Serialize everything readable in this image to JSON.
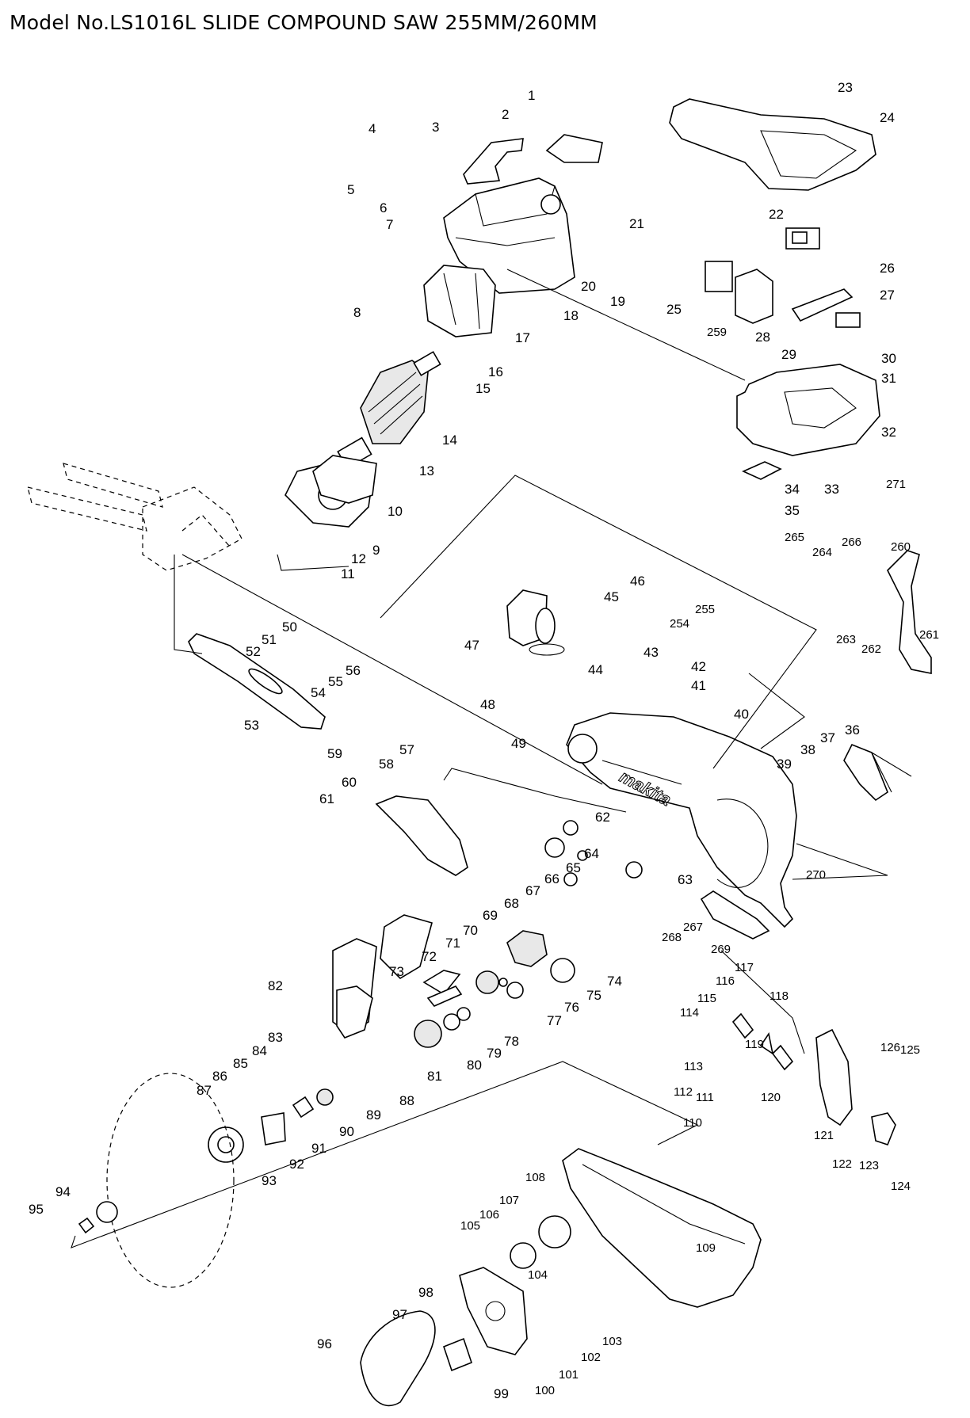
{
  "title": "Model No.LS1016L SLIDE COMPOUND SAW 255MM/260MM",
  "brand_mark": "makita",
  "part_numbers": [
    "1",
    "2",
    "3",
    "4",
    "5",
    "6",
    "7",
    "8",
    "9",
    "10",
    "11",
    "12",
    "13",
    "14",
    "15",
    "16",
    "17",
    "18",
    "19",
    "20",
    "21",
    "22",
    "23",
    "24",
    "25",
    "26",
    "27",
    "28",
    "29",
    "30",
    "31",
    "32",
    "33",
    "34",
    "35",
    "36",
    "37",
    "38",
    "39",
    "40",
    "41",
    "42",
    "43",
    "44",
    "45",
    "46",
    "47",
    "48",
    "49",
    "50",
    "51",
    "52",
    "53",
    "54",
    "55",
    "56",
    "57",
    "58",
    "59",
    "60",
    "61",
    "62",
    "63",
    "64",
    "65",
    "66",
    "67",
    "68",
    "69",
    "70",
    "71",
    "72",
    "73",
    "74",
    "75",
    "76",
    "77",
    "78",
    "79",
    "80",
    "81",
    "82",
    "83",
    "84",
    "85",
    "86",
    "87",
    "88",
    "89",
    "90",
    "91",
    "92",
    "93",
    "94",
    "95",
    "96",
    "97",
    "98",
    "99",
    "100",
    "101",
    "102",
    "103",
    "104",
    "105",
    "106",
    "107",
    "108",
    "109",
    "110",
    "111",
    "112",
    "113",
    "114",
    "115",
    "116",
    "117",
    "118",
    "119",
    "120",
    "121",
    "122",
    "123",
    "124",
    "125",
    "126",
    "254",
    "255",
    "259",
    "260",
    "261",
    "262",
    "263",
    "264",
    "265",
    "266",
    "267",
    "268",
    "269",
    "270",
    "271"
  ]
}
